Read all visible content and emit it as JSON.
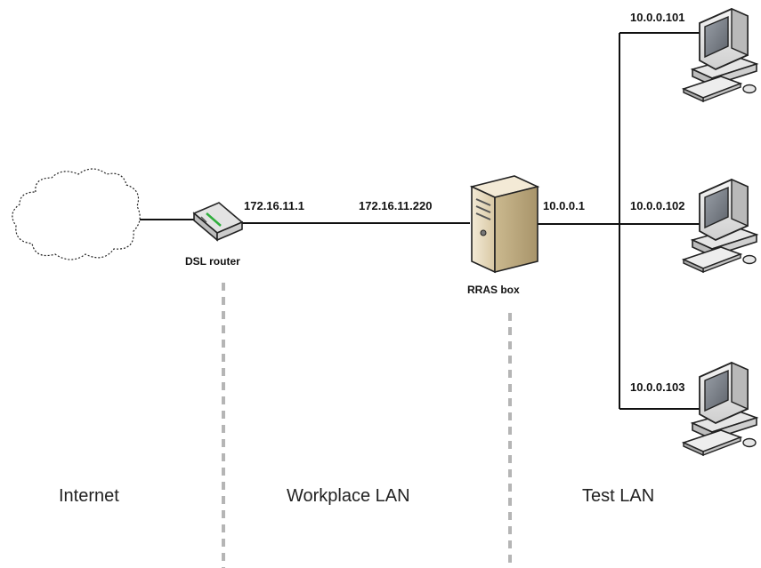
{
  "devices": {
    "router": {
      "label": "DSL router",
      "wan_ip": "172.16.11.1"
    },
    "rras": {
      "label": "RRAS box",
      "outer_ip": "172.16.11.220",
      "inner_ip": "10.0.0.1"
    },
    "clients": [
      {
        "ip": "10.0.0.101"
      },
      {
        "ip": "10.0.0.102"
      },
      {
        "ip": "10.0.0.103"
      }
    ]
  },
  "zones": {
    "internet": "Internet",
    "workplace": "Workplace LAN",
    "test": "Test LAN"
  },
  "colors": {
    "wire": "#111111",
    "separator": "#b5b5b5",
    "router_led": "#2fae3c",
    "server_body": "#e9dcc0"
  },
  "icons": [
    "cloud-icon",
    "router-icon",
    "server-icon",
    "computer-icon"
  ]
}
